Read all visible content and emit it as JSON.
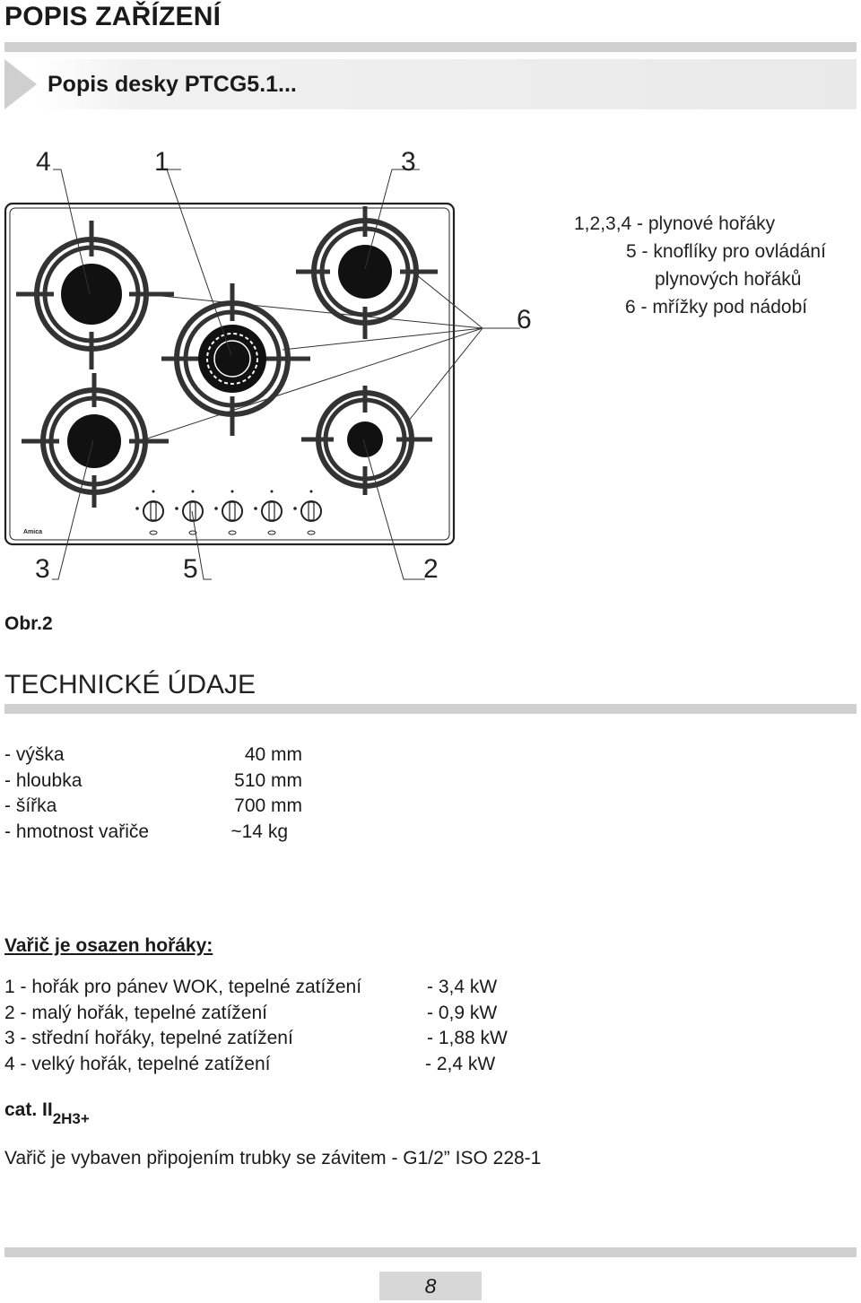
{
  "header": {
    "title": "POPIS ZAŘÍZENÍ"
  },
  "section": {
    "title": "Popis desky PTCG5.1..."
  },
  "figure": {
    "brand": "Amica",
    "callouts_top": [
      "4",
      "1",
      "3"
    ],
    "callout_side": "6",
    "callouts_bottom": [
      "3",
      "5",
      "2"
    ],
    "legend": [
      "1,2,3,4 - plynové hořáky",
      "5 - knoflíky pro ovládání",
      "plynových hořáků",
      "6 - mřížky pod nádobí"
    ],
    "caption": "Obr.2"
  },
  "tech": {
    "title": "TECHNICKÉ ÚDAJE",
    "rows": [
      {
        "label": "- výška",
        "value": "40 mm"
      },
      {
        "label": "- hloubka",
        "value": "510 mm"
      },
      {
        "label": "- šířka",
        "value": "700 mm"
      },
      {
        "label": "- hmotnost vařiče",
        "value": "~14 kg"
      }
    ]
  },
  "burners": {
    "title": "Vařič je osazen hořáky:",
    "rows": [
      {
        "desc": "1 - hořák pro pánev WOK, tepelné zatížení",
        "value": "- 3,4 kW"
      },
      {
        "desc": "2 - malý hořák, tepelné zatížení",
        "value": "- 0,9 kW"
      },
      {
        "desc": "3 - střední hořáky, tepelné zatížení",
        "value": "- 1,88 kW"
      },
      {
        "desc": "4 - velký hořák, tepelné zatížení",
        "value": "- 2,4 kW"
      }
    ]
  },
  "category": {
    "prefix": "cat. II",
    "sub": "2H3+"
  },
  "connection": "Vařič je vybaven připojením trubky se závitem - G1/2” ISO 228-1",
  "footer": {
    "page": "8"
  }
}
